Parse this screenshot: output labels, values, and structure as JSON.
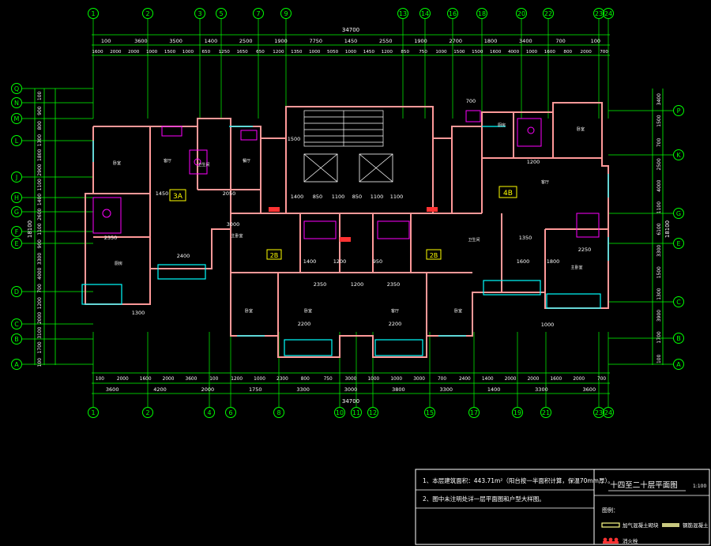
{
  "colors": {
    "background": "#000000",
    "axis": "#00ff00",
    "dim_text": "#ffffff",
    "wall": "#ff9999",
    "window": "#00ffff",
    "furniture": "#ff00ff",
    "label": "#ffff00",
    "frame": "#ffffff"
  },
  "top_axes": [
    "1",
    "2",
    "3",
    "5",
    "7",
    "9",
    "13",
    "14",
    "16",
    "18",
    "20",
    "22",
    "23",
    "24"
  ],
  "bottom_axes": [
    "1",
    "2",
    "4",
    "6",
    "8",
    "10",
    "11",
    "12",
    "15",
    "17",
    "19",
    "21",
    "23",
    "24"
  ],
  "left_axes": [
    "Q",
    "N",
    "M",
    "L",
    "J",
    "H",
    "G",
    "F",
    "E",
    "D",
    "C",
    "B",
    "A"
  ],
  "right_axes": [
    "P",
    "K",
    "G",
    "E",
    "C",
    "B",
    "A"
  ],
  "top_total": "34700",
  "bottom_total": "34700",
  "top_dims_row1": [
    "100",
    "3600",
    "3500",
    "1400",
    "2500",
    "1900",
    "7750",
    "1450",
    "2550",
    "1900",
    "2700",
    "1800",
    "3400",
    "700",
    "100"
  ],
  "top_dims_row2": [
    "1600",
    "2000",
    "2000",
    "1000",
    "1500",
    "1000",
    "650",
    "1250",
    "1650",
    "650",
    "1200",
    "1350",
    "1000",
    "5050",
    "1000",
    "1450",
    "1200",
    "850",
    "750",
    "1000",
    "1500",
    "1500",
    "1600",
    "4000",
    "1000",
    "1600",
    "800",
    "2000",
    "700"
  ],
  "bottom_dims_row1": [
    "100",
    "2000",
    "1600",
    "2000",
    "3600",
    "100",
    "1200",
    "1000",
    "2300",
    "800",
    "750",
    "3000",
    "1000",
    "1000",
    "3000",
    "700",
    "2400",
    "1400",
    "2000",
    "2000",
    "1600",
    "2000",
    "700"
  ],
  "bottom_dims_row2": [
    "3600",
    "4200",
    "2000",
    "1750",
    "3300",
    "3000",
    "3800",
    "3300",
    "1400",
    "3300",
    "3600"
  ],
  "left_dims": [
    "100",
    "900",
    "800",
    "1300",
    "1800",
    "2900",
    "1100",
    "1400",
    "2600",
    "1100",
    "900",
    "3300",
    "4000",
    "700",
    "1200",
    "2000",
    "3100",
    "1700",
    "100"
  ],
  "left_total": "18100",
  "right_dims": [
    "3400",
    "1500",
    "700",
    "2500",
    "4000",
    "1100",
    "6100",
    "3300",
    "1500",
    "1300",
    "3900",
    "1700",
    "100"
  ],
  "right_total": "18100",
  "unit_labels": [
    "3A",
    "4B",
    "2B",
    "2B"
  ],
  "room_labels": [
    {
      "id": "r1",
      "text": "卧室"
    },
    {
      "id": "r2",
      "text": "卫生间"
    },
    {
      "id": "r3",
      "text": "客厅"
    },
    {
      "id": "r4",
      "text": "餐厅"
    },
    {
      "id": "r5",
      "text": "厨房"
    },
    {
      "id": "r6",
      "text": "卧室"
    },
    {
      "id": "r7",
      "text": "主卧室"
    },
    {
      "id": "r8",
      "text": "卧室"
    },
    {
      "id": "r9",
      "text": "客厅"
    },
    {
      "id": "r10",
      "text": "卧室"
    },
    {
      "id": "r11",
      "text": "客厅"
    },
    {
      "id": "r12",
      "text": "主卧室"
    },
    {
      "id": "r13",
      "text": "厨房"
    },
    {
      "id": "r14",
      "text": "卧室"
    },
    {
      "id": "r15",
      "text": "卫生间"
    }
  ],
  "interior_dims": [
    {
      "id": "d1",
      "text": "1400"
    },
    {
      "id": "d2",
      "text": "850"
    },
    {
      "id": "d3",
      "text": "1100"
    },
    {
      "id": "d4",
      "text": "850"
    },
    {
      "id": "d5",
      "text": "1100"
    },
    {
      "id": "d6",
      "text": "1100"
    },
    {
      "id": "d7",
      "text": "1450"
    },
    {
      "id": "d8",
      "text": "2050"
    },
    {
      "id": "d9",
      "text": "1200"
    },
    {
      "id": "d10",
      "text": "2350"
    },
    {
      "id": "d11",
      "text": "2400"
    },
    {
      "id": "d12",
      "text": "2350"
    },
    {
      "id": "d13",
      "text": "1200"
    },
    {
      "id": "d14",
      "text": "2350"
    },
    {
      "id": "d15",
      "text": "2200"
    },
    {
      "id": "d16",
      "text": "2200"
    },
    {
      "id": "d17",
      "text": "1300"
    },
    {
      "id": "d18",
      "text": "1500"
    },
    {
      "id": "d19",
      "text": "2250"
    },
    {
      "id": "d20",
      "text": "3000"
    },
    {
      "id": "d21",
      "text": "1600"
    },
    {
      "id": "d22",
      "text": "1800"
    },
    {
      "id": "d23",
      "text": "1400"
    },
    {
      "id": "d24",
      "text": "950"
    },
    {
      "id": "d25",
      "text": "1200"
    },
    {
      "id": "d26",
      "text": "700"
    },
    {
      "id": "d27",
      "text": "1000"
    },
    {
      "id": "d28",
      "text": "1350"
    }
  ],
  "notes": {
    "note1": "1、本层建筑面积：443.71m²（阳台按一半面积计算，保温70mm厚）。",
    "note2": "2、图中未注明处详一层平面图和户型大样图。"
  },
  "title_block": {
    "title": "十四至二十层平面图",
    "scale": "1:100",
    "legend_heading": "图例：",
    "legend_item1": "加气混凝土砌块",
    "legend_item2": "钢筋混凝土",
    "legend_item3": "消火栓",
    "legend_color1": "#ffff88",
    "legend_color2": "#c8c880",
    "legend_color3": "#ff3333"
  }
}
